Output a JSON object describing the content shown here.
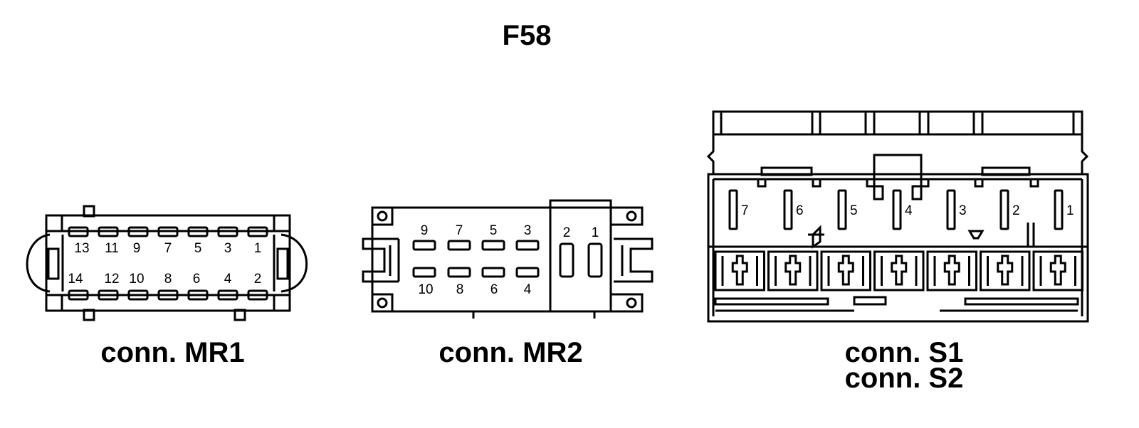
{
  "title": "F58",
  "connectors": {
    "mr1": {
      "caption": "conn. MR1",
      "top_pins": [
        "13",
        "11",
        "9",
        "7",
        "5",
        "3",
        "1"
      ],
      "bottom_pins": [
        "14",
        "12",
        "10",
        "8",
        "6",
        "4",
        "2"
      ]
    },
    "mr2": {
      "caption": "conn. MR2",
      "top_pins": [
        "9",
        "7",
        "5",
        "3"
      ],
      "bottom_pins": [
        "10",
        "8",
        "6",
        "4"
      ],
      "large_pins": [
        "2",
        "1"
      ]
    },
    "s": {
      "caption_line1": "conn. S1",
      "caption_line2": "conn. S2",
      "pins": [
        "7",
        "6",
        "5",
        "4",
        "3",
        "2",
        "1"
      ]
    }
  }
}
